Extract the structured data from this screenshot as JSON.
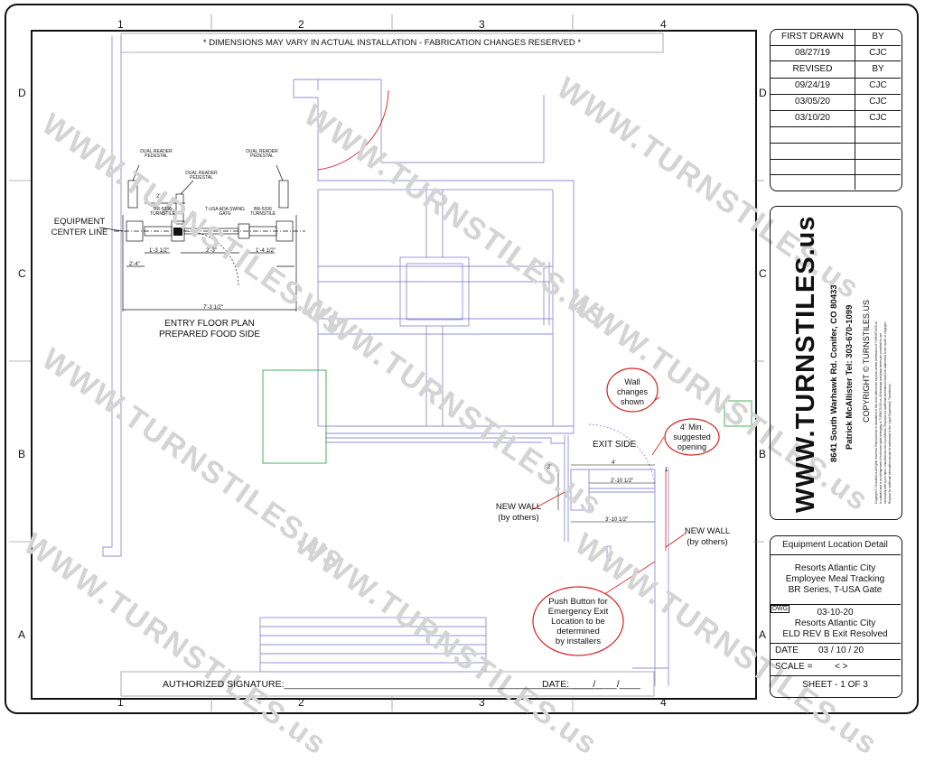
{
  "sheet": {
    "top_notice": "* DIMENSIONS MAY VARY IN ACTUAL INSTALLATION - FABRICATION CHANGES RESERVED *",
    "grid_columns": [
      "1",
      "2",
      "3",
      "4"
    ],
    "grid_rows": [
      "D",
      "C",
      "B",
      "A"
    ],
    "watermark": "WWW.TURNSTILES.us",
    "signature_label": "AUTHORIZED SIGNATURE:____________________________________________________________",
    "date_label": "DATE: ____/____/____"
  },
  "revisions": {
    "header_first": "FIRST DRAWN",
    "header_by": "BY",
    "first_date": "08/27/19",
    "first_by": "CJC",
    "header_revised": "REVISED",
    "header_by2": "BY",
    "rows": [
      {
        "date": "09/24/19",
        "by": "CJC"
      },
      {
        "date": "03/05/20",
        "by": "CJC"
      },
      {
        "date": "03/10/20",
        "by": "CJC"
      }
    ]
  },
  "company": {
    "logo": "WWW.TURNSTILES.us",
    "address": "8641 South Warhawk Rd.  Conifer, CO 80433",
    "contact": "Patrick McAllister Tel: 303-670-1099",
    "copyright": "COPYRIGHT © TURNSTILES.US",
    "fine_print_1": "Copyright © TurnstilesUs All rights reserved. Reproduction or translation of this work without the express written permission of TURNSTILES.us",
    "fine_print_2": "is unlawful and is an infringement of exclusive rights belonging to TURNSTILES.us. All drawings and plans herein are provided for use",
    "fine_print_3": "exclusively with a purchase. Unauthorized use is prohibited. Requests for additional information should be addressed to the owner of copyright.",
    "fine_print_4": "Request for additional information should be addressed to the Legal Department, TurnstilesUs."
  },
  "title_block": {
    "title": "Equipment Location Detail",
    "project_line1": "Resorts Atlantic City",
    "project_line2": "Employee Meal Tracking",
    "project_line3": "BR Series, T-USA Gate",
    "dwg_tag": "DWG",
    "dwg_line1": "03-10-20",
    "dwg_line2": "Resorts Atlantic City",
    "dwg_line3": "ELD REV B Exit Resolved",
    "date_label": "DATE",
    "date_value": "03 / 10 / 20",
    "scale_label": "SCALE =",
    "scale_value": "< >",
    "sheet_label": "SHEET - 1  OF  3"
  },
  "plan": {
    "equipment_center_line": "EQUIPMENT CENTER LINE",
    "entry_label_1": "ENTRY FLOOR PLAN",
    "entry_label_2": "PREPARED FOOD SIDE",
    "pedestal_left": "DUAL READER PEDESTAL",
    "pedestal_mid": "DUAL READER PEDESTAL",
    "pedestal_right": "DUAL READER PEDESTAL",
    "turnstile_left": "BR-5336 TURNSTILE",
    "turnstile_right": "BR-5336 TURNSTILE",
    "swing_gate": "T-USA ADA SWING GATE",
    "dim_2": "2'",
    "dim_1_3": "1'-3 1/2\"",
    "dim_2_b": "2'-3\"",
    "dim_1_4": "1'-4 1/2\"",
    "dim_2_4": "2'-4\"",
    "dim_7": "7'-3 1/2\"",
    "exit_side": "EXIT SIDE",
    "new_wall_left_1": "NEW WALL",
    "new_wall_left_2": "(by others)",
    "new_wall_right_1": "NEW WALL",
    "new_wall_right_2": "(by others)",
    "dim_4": "4'",
    "dim_2_10": "2'-10 1/2\"",
    "dim_3_10": "3'-10 1/2\"",
    "dim_2_exit": "2'",
    "dim_1_exit": "1'"
  },
  "callouts": {
    "wall_changes": [
      "Wall",
      "changes",
      "shown"
    ],
    "min_opening": [
      "4' Min.",
      "suggested",
      "opening"
    ],
    "push_button": [
      "Push Button for",
      "Emergency Exit",
      "Location to be",
      "determined",
      "by installers"
    ]
  },
  "colors": {
    "line": "#111111",
    "plan_line": "#8f8fd8",
    "red": "#d62020",
    "green": "#3aa84a",
    "watermark": "#c8c8c8"
  }
}
